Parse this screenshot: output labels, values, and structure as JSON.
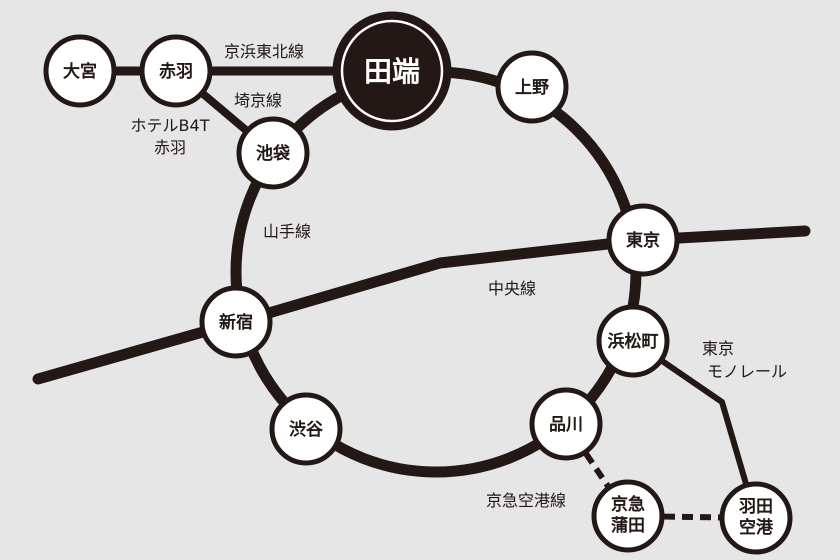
{
  "colors": {
    "background": "#e6e6e6",
    "line": "#231815",
    "station_fill": "#ffffff",
    "hub_fill": "#231815"
  },
  "stations": {
    "omiya": "大宮",
    "akabane": "赤羽",
    "tabata": "田端",
    "ueno": "上野",
    "ikebukuro": "池袋",
    "tokyo": "東京",
    "shinjuku": "新宿",
    "hamamatsucho": "浜松町",
    "shibuya": "渋谷",
    "shinagawa": "品川",
    "keikyu_kamata_line1": "京急",
    "keikyu_kamata_line2": "蒲田",
    "haneda_line1": "羽田",
    "haneda_line2": "空港"
  },
  "lines": {
    "keihin_tohoku": "京浜東北線",
    "saikyo": "埼京線",
    "yamanote": "山手線",
    "chuo": "中央線",
    "monorail_line1": "東京",
    "monorail_line2": "モノレール",
    "keikyu_airport": "京急空港線"
  },
  "hotel": {
    "name": "ホテルB4T",
    "area": "赤羽"
  }
}
